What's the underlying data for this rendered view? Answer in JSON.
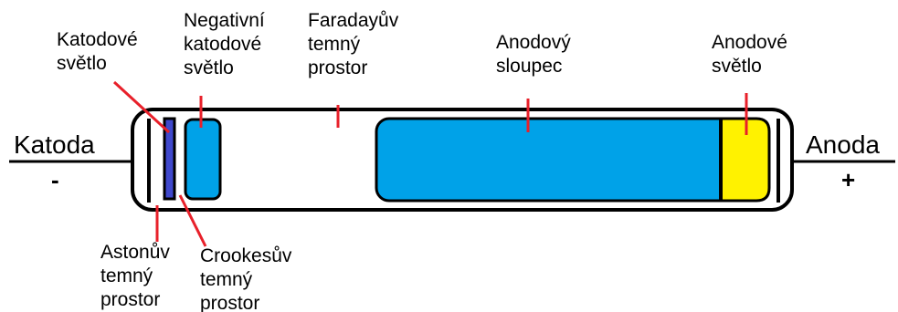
{
  "electrodes": {
    "cathode_label": "Katoda",
    "cathode_sign": "-",
    "anode_label": "Anoda",
    "anode_sign": "+"
  },
  "regions": {
    "cathode_glow": [
      "Katodové",
      "světlo"
    ],
    "negative_glow": [
      "Negativní",
      "katodové",
      "světlo"
    ],
    "faraday_dark_space": [
      "Faradayův",
      "temný",
      "prostor"
    ],
    "positive_column": [
      "Anodový",
      "sloupec"
    ],
    "anode_glow": [
      "Anodové",
      "světlo"
    ],
    "aston_dark_space": [
      "Astonův",
      "temný",
      "prostor"
    ],
    "crookes_dark_space": [
      "Crookesův",
      "temný",
      "prostor"
    ]
  },
  "colors": {
    "outline": "#000000",
    "pointer": "#e8202a",
    "glow_blue": "#00a2e8",
    "cathode_glow": "#3f48cc",
    "anode_glow": "#fff200",
    "background": "#ffffff"
  }
}
